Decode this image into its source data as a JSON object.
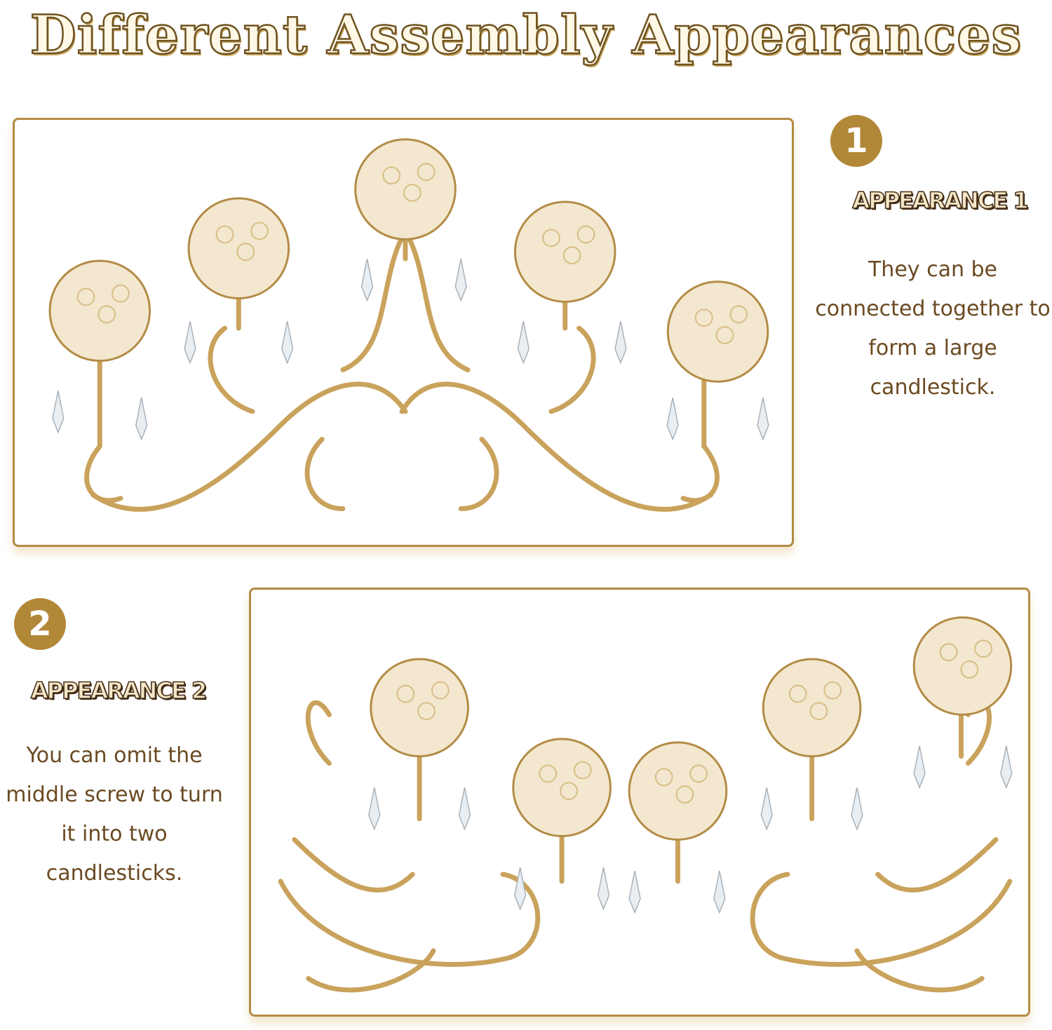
{
  "headline": "Different Assembly Appearances",
  "appearances": [
    {
      "number": "1",
      "title": "APPEARANCE 1",
      "description": "They can be connected together to form a large candlestick.",
      "image_alt": "five-cup gold crystal candelabra joined as one piece"
    },
    {
      "number": "2",
      "title": "APPEARANCE 2",
      "description": "You can omit the middle screw to turn it into two candlesticks.",
      "image_alt": "candelabra split into two separate candlesticks"
    }
  ],
  "colors": {
    "gold": "#c9a25c",
    "gold_dark": "#9c7430",
    "crystal": "#f3e7cf",
    "frame_border": "#b38b45",
    "badge": "#b18838",
    "text_brown": "#6b4a22"
  }
}
